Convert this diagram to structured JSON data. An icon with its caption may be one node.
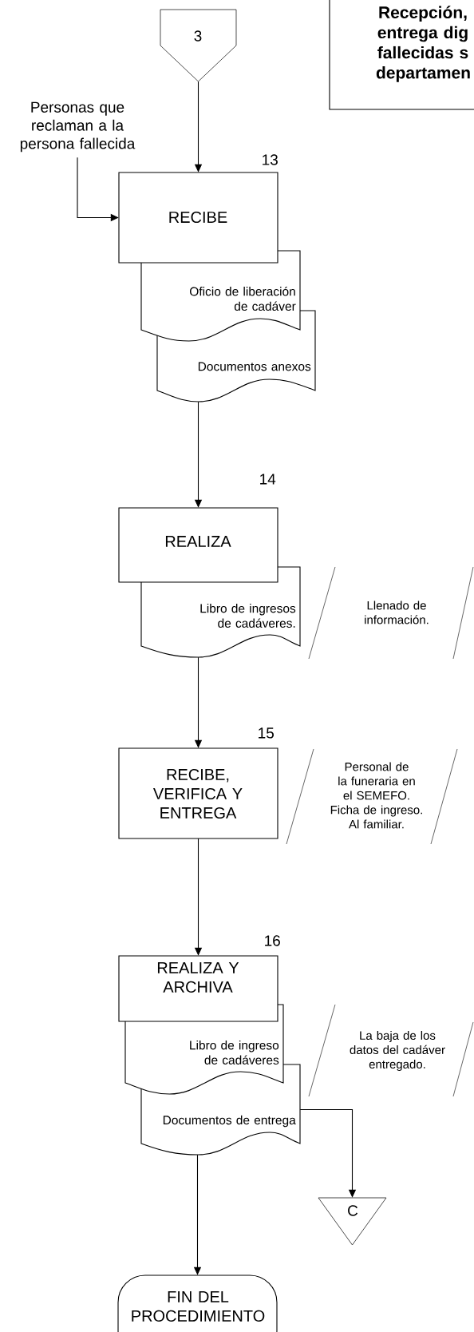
{
  "diagram": {
    "nodes": [
      {
        "text": [
          "Recepción, entrega dig fallecidas s departamen"
        ]
      },
      {
        "text": [
          "3"
        ]
      },
      {
        "text": [
          "Personas que reclaman a la persona fallecida"
        ]
      },
      {
        "text": [
          "RECIBE"
        ],
        "beside": [
          "13"
        ]
      },
      {
        "text": [
          "Oficio de liberación de cadáver"
        ]
      },
      {
        "text": [
          "Documentos anexos"
        ]
      },
      {
        "text": [
          "REALIZA"
        ],
        "beside": [
          "14"
        ]
      },
      {
        "text": [
          "Libro de ingresos de cadáveres."
        ]
      },
      {
        "text": [
          "Llenado de información."
        ]
      },
      {
        "text": [
          "RECIBE, VERIFICA Y ENTREGA"
        ],
        "beside": [
          "15"
        ]
      },
      {
        "text": [
          "Personal de la funeraria en el SEMEFO. Ficha de ingreso. Al familiar."
        ]
      },
      {
        "text": [
          "REALIZA Y ARCHIVA"
        ],
        "beside": [
          "16"
        ]
      },
      {
        "text": [
          "Libro de ingreso de cadáveres"
        ]
      },
      {
        "text": [
          "Documentos de entrega"
        ]
      },
      {
        "text": [
          "La baja de los datos del cadáver entregado."
        ]
      },
      {
        "text": [
          "C"
        ]
      },
      {
        "text": [
          "FIN DEL PROCEDIMIENTO"
        ]
      }
    ],
    "edges": [
      {
        "from": 1,
        "to": 3,
        "arrow": "to"
      },
      {
        "from": 2,
        "to": 3,
        "arrow": "to"
      },
      {
        "from": 5,
        "to": 6,
        "arrow": "to"
      },
      {
        "from": 7,
        "to": 9,
        "arrow": "to"
      },
      {
        "from": 9,
        "to": 11,
        "arrow": "to"
      },
      {
        "from": 13,
        "to": 15,
        "arrow": "to"
      },
      {
        "from": 13,
        "to": 16,
        "arrow": "to"
      }
    ]
  }
}
